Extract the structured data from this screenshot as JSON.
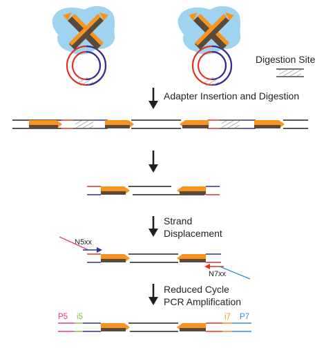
{
  "labels": {
    "digestion_site": "Digestion Site",
    "step1": "Adapter Insertion and Digestion",
    "step3_line1": "Strand",
    "step3_line2": "Displacement",
    "step4_line1": "Reduced Cycle",
    "step4_line2": "PCR Amplification",
    "n5": "N5xx",
    "n7": "N7xx",
    "p5": "P5",
    "i5": "i5",
    "i7": "i7",
    "p7": "P7"
  },
  "colors": {
    "blob": "#9fd3f0",
    "orange": "#f7931e",
    "dark": "#5b4a3a",
    "red": "#e0302a",
    "blue": "#2e3192",
    "black": "#231f20",
    "magenta": "#e8388a",
    "green": "#8cc63f",
    "light_blue": "#3b8fd0",
    "hatch": "#8a8a8a"
  }
}
